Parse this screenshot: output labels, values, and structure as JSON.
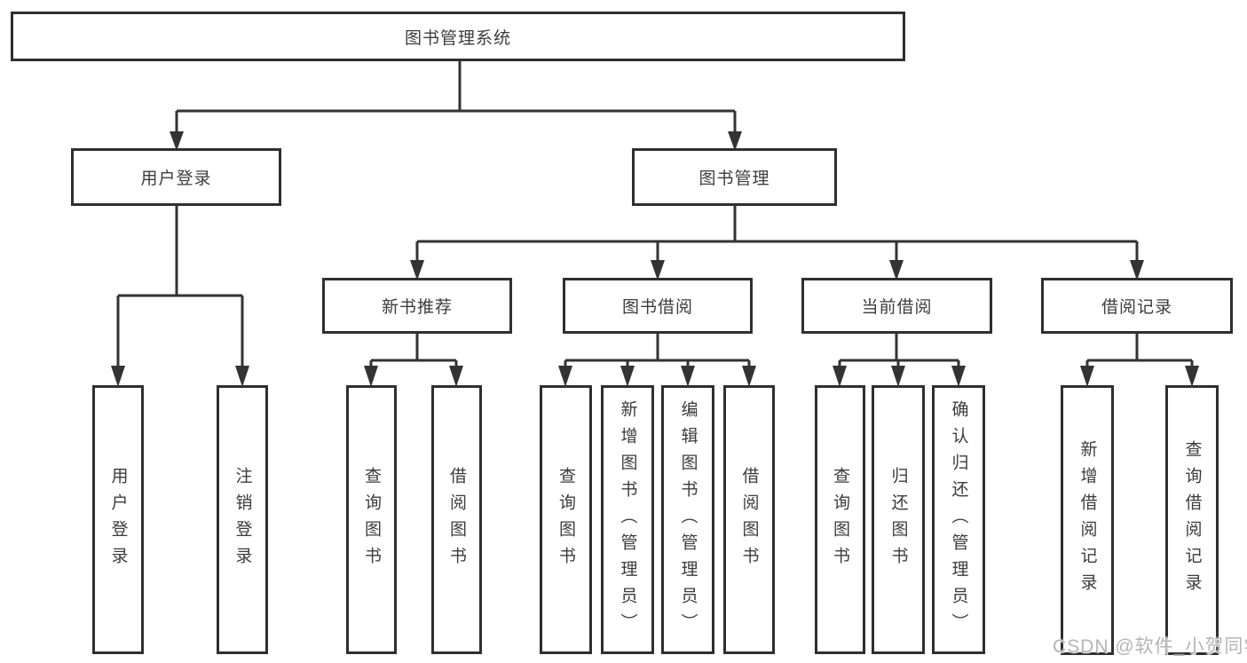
{
  "tree": {
    "label": "图书管理系统",
    "children": [
      {
        "label": "用户登录",
        "children": [
          {
            "label": "用户登录"
          },
          {
            "label": "注销登录"
          }
        ]
      },
      {
        "label": "图书管理",
        "children": [
          {
            "label": "新书推荐",
            "children": [
              {
                "label": "查询图书"
              },
              {
                "label": "借阅图书"
              }
            ]
          },
          {
            "label": "图书借阅",
            "children": [
              {
                "label": "查询图书"
              },
              {
                "label": "新增图书（管理员）"
              },
              {
                "label": "编辑图书（管理员）"
              },
              {
                "label": "借阅图书"
              }
            ]
          },
          {
            "label": "当前借阅",
            "children": [
              {
                "label": "查询图书"
              },
              {
                "label": "归还图书"
              },
              {
                "label": "确认归还（管理员）"
              }
            ]
          },
          {
            "label": "借阅记录",
            "children": [
              {
                "label": "新增借阅记录"
              },
              {
                "label": "查询借阅记录"
              }
            ]
          }
        ]
      }
    ]
  },
  "watermark": {
    "text": "CSDN @软件_小贺同学"
  },
  "colors": {
    "line": "#333333",
    "box_border": "#2f2f2f",
    "text": "#3c3c3c",
    "watermark": "#b5b5b5",
    "background": "#ffffff"
  }
}
